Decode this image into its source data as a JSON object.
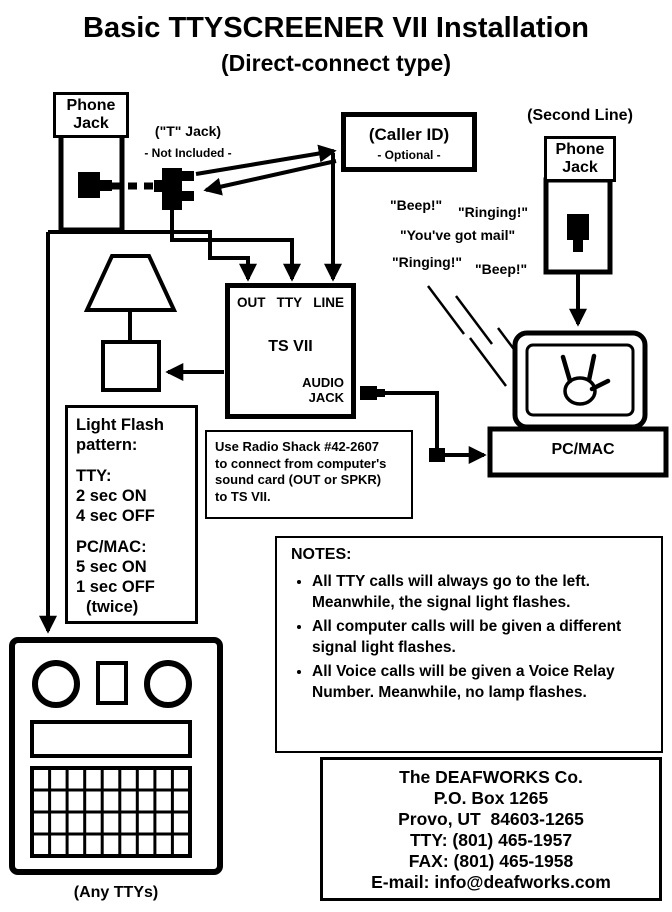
{
  "title": "Basic TTYSCREENER VII Installation",
  "subtitle": "(Direct-connect type)",
  "labels": {
    "phone_jack_left": "Phone\nJack",
    "t_jack": "(\"T\" Jack)",
    "t_jack_note": "- Not Included -",
    "caller_id": "(Caller ID)",
    "caller_id_note": "- Optional -",
    "second_line": "(Second Line)",
    "phone_jack_right": "Phone\nJack",
    "pc_mac": "PC/MAC",
    "any_ttys": "(Any TTYs)"
  },
  "sounds": [
    "\"Beep!\"",
    "\"Ringing!\"",
    "\"You've got mail\"",
    "\"Ringing!\"",
    "\"Beep!\""
  ],
  "ts_vii": {
    "ports": [
      "OUT",
      "TTY",
      "LINE"
    ],
    "name": "TS VII",
    "audio_jack": "AUDIO\nJACK"
  },
  "light_flash": {
    "heading": "Light Flash\npattern:",
    "tty_label": "TTY:",
    "tty_on": "2 sec ON",
    "tty_off": "4 sec OFF",
    "pc_label": "PC/MAC:",
    "pc_on": "5 sec ON",
    "pc_off": "1 sec OFF",
    "pc_twice": "(twice)"
  },
  "radio_shack_note": "Use Radio Shack #42-2607\nto connect from computer's\nsound card (OUT or SPKR)\nto TS VII.",
  "notes": {
    "heading": "NOTES:",
    "items": [
      "All TTY calls will always go to the left.  Meanwhile, the signal light flashes.",
      "All computer calls will be given a different signal light flashes.",
      "All Voice calls will be given a Voice Relay Number.  Meanwhile, no lamp flashes."
    ]
  },
  "contact": {
    "company": "The DEAFWORKS Co.",
    "po_box": "P.O. Box 1265",
    "city": "Provo, UT  84603-1265",
    "tty": "TTY: (801) 465-1957",
    "fax": "FAX: (801) 465-1958",
    "email": "E-mail: info@deafworks.com"
  },
  "icons": {
    "wall_jack": "phone-wall-jack",
    "t_jack_adapter": "t-jack-splitter",
    "lamp": "signal-lamp",
    "computer": "pc-monitor-with-ily-hand",
    "tty_device": "tty-keyboard-device"
  },
  "colors": {
    "ink": "#000000",
    "paper": "#ffffff"
  }
}
